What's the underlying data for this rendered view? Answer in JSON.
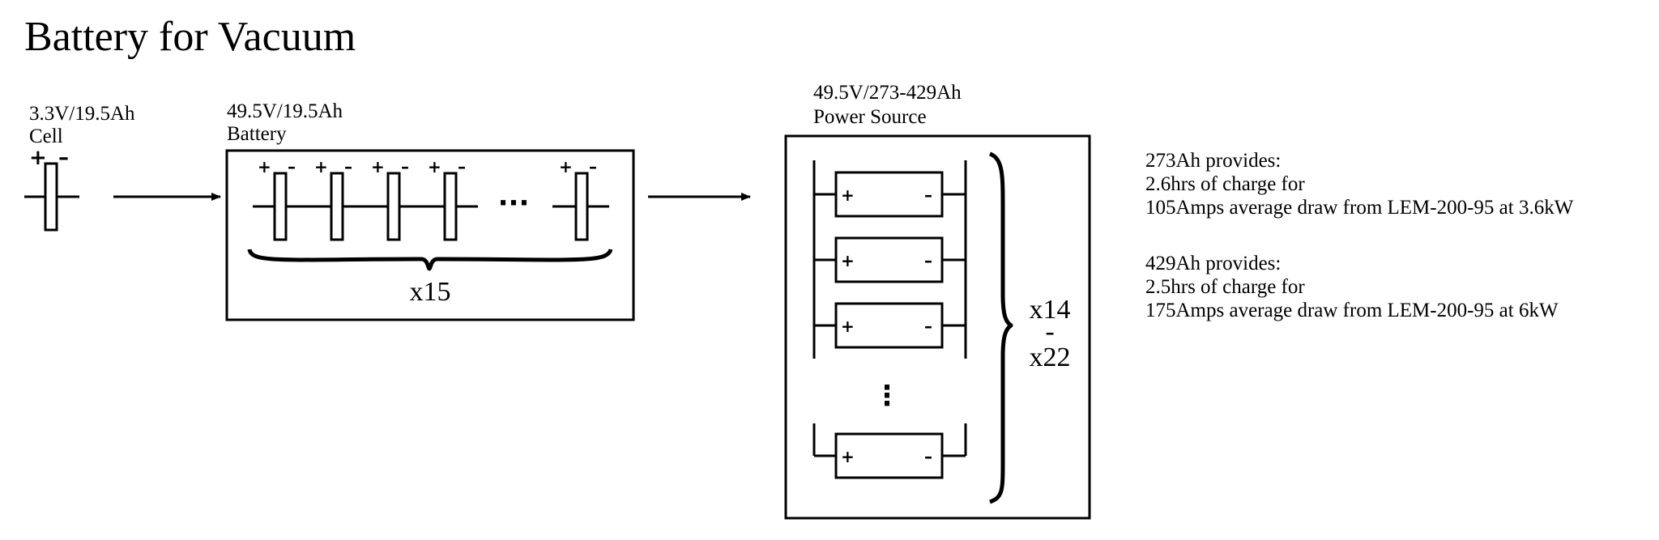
{
  "title": "Battery for Vacuum",
  "cell": {
    "spec": "3.3V/19.5Ah",
    "name": "Cell",
    "plus": "+",
    "minus": "–"
  },
  "battery": {
    "spec": "49.5V/19.5Ah",
    "name": "Battery",
    "ellipsis": "···",
    "multiplier": "x15",
    "plus": "+",
    "minus": "–"
  },
  "power_source": {
    "spec": "49.5V/273-429Ah",
    "name": "Power Source",
    "multiplier_min": "x14",
    "dash": "-",
    "multiplier_max": "x22",
    "ellipsis": "⋮",
    "plus": "+",
    "minus": "–"
  },
  "notes": [
    {
      "line1": "273Ah provides:",
      "line2": "2.6hrs of charge for",
      "line3": "105Amps average draw from LEM-200-95 at 3.6kW"
    },
    {
      "line1": "429Ah provides:",
      "line2": "2.5hrs of charge for",
      "line3": "175Amps average draw from LEM-200-95 at 6kW"
    }
  ],
  "colors": {
    "ink": "#000000",
    "background": "#ffffff"
  }
}
